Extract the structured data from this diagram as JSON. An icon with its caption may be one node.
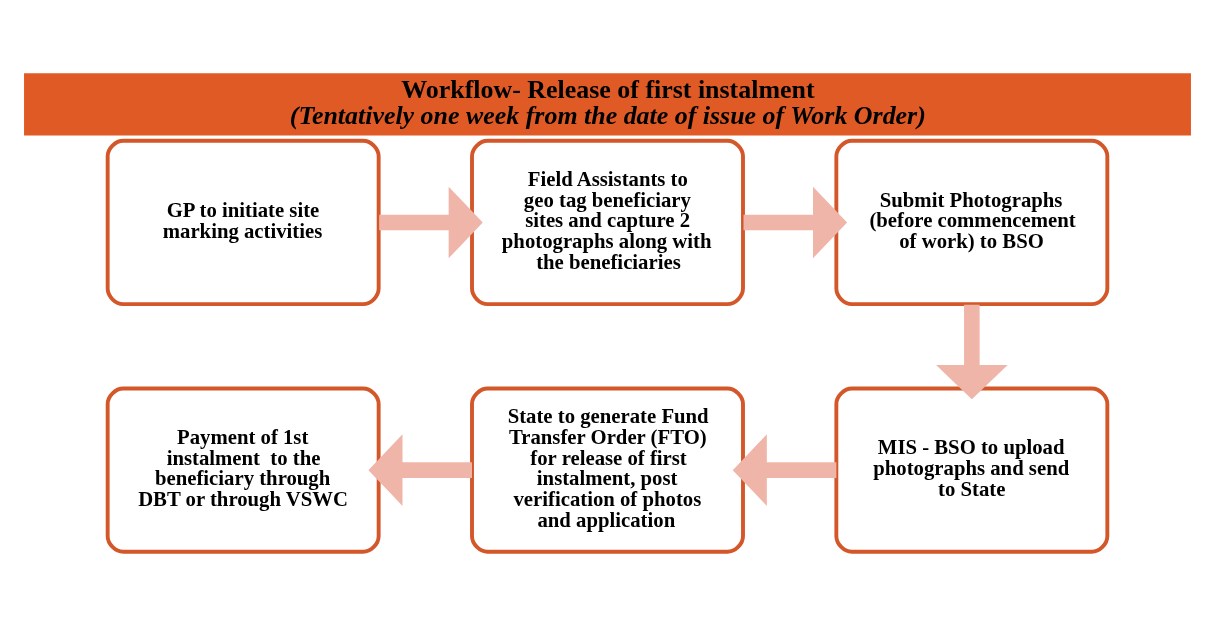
{
  "diagram": {
    "title": "Workflow- Release of first instalment",
    "caption": "(Tentatively one week from the date of issue of Work Order)",
    "nodes": [
      {
        "text": [
          "GP to initiate site marking activities"
        ]
      },
      {
        "text": [
          "Field Assistants to geo tag beneficiary sites and capture 2 photographs along with the beneficiaries"
        ]
      },
      {
        "text": [
          "Submit Photographs (before commencement of work) to BSO"
        ]
      },
      {
        "text": [
          "Payment of 1st instalment  to the beneficiary through DBT or through VSWC"
        ]
      },
      {
        "text": [
          "State to generate Fund Transfer Order (FTO) for release of first instalment, post verification of photos and application"
        ]
      },
      {
        "text": [
          "MIS - BSO to upload photographs and send to State"
        ]
      }
    ],
    "edges": [
      {
        "from": 0,
        "to": 1,
        "arrow": "to"
      },
      {
        "from": 1,
        "to": 2,
        "arrow": "to"
      },
      {
        "from": 2,
        "to": 5,
        "arrow": "to"
      },
      {
        "from": 5,
        "to": 4,
        "arrow": "to"
      },
      {
        "from": 4,
        "to": 3,
        "arrow": "to"
      }
    ]
  }
}
